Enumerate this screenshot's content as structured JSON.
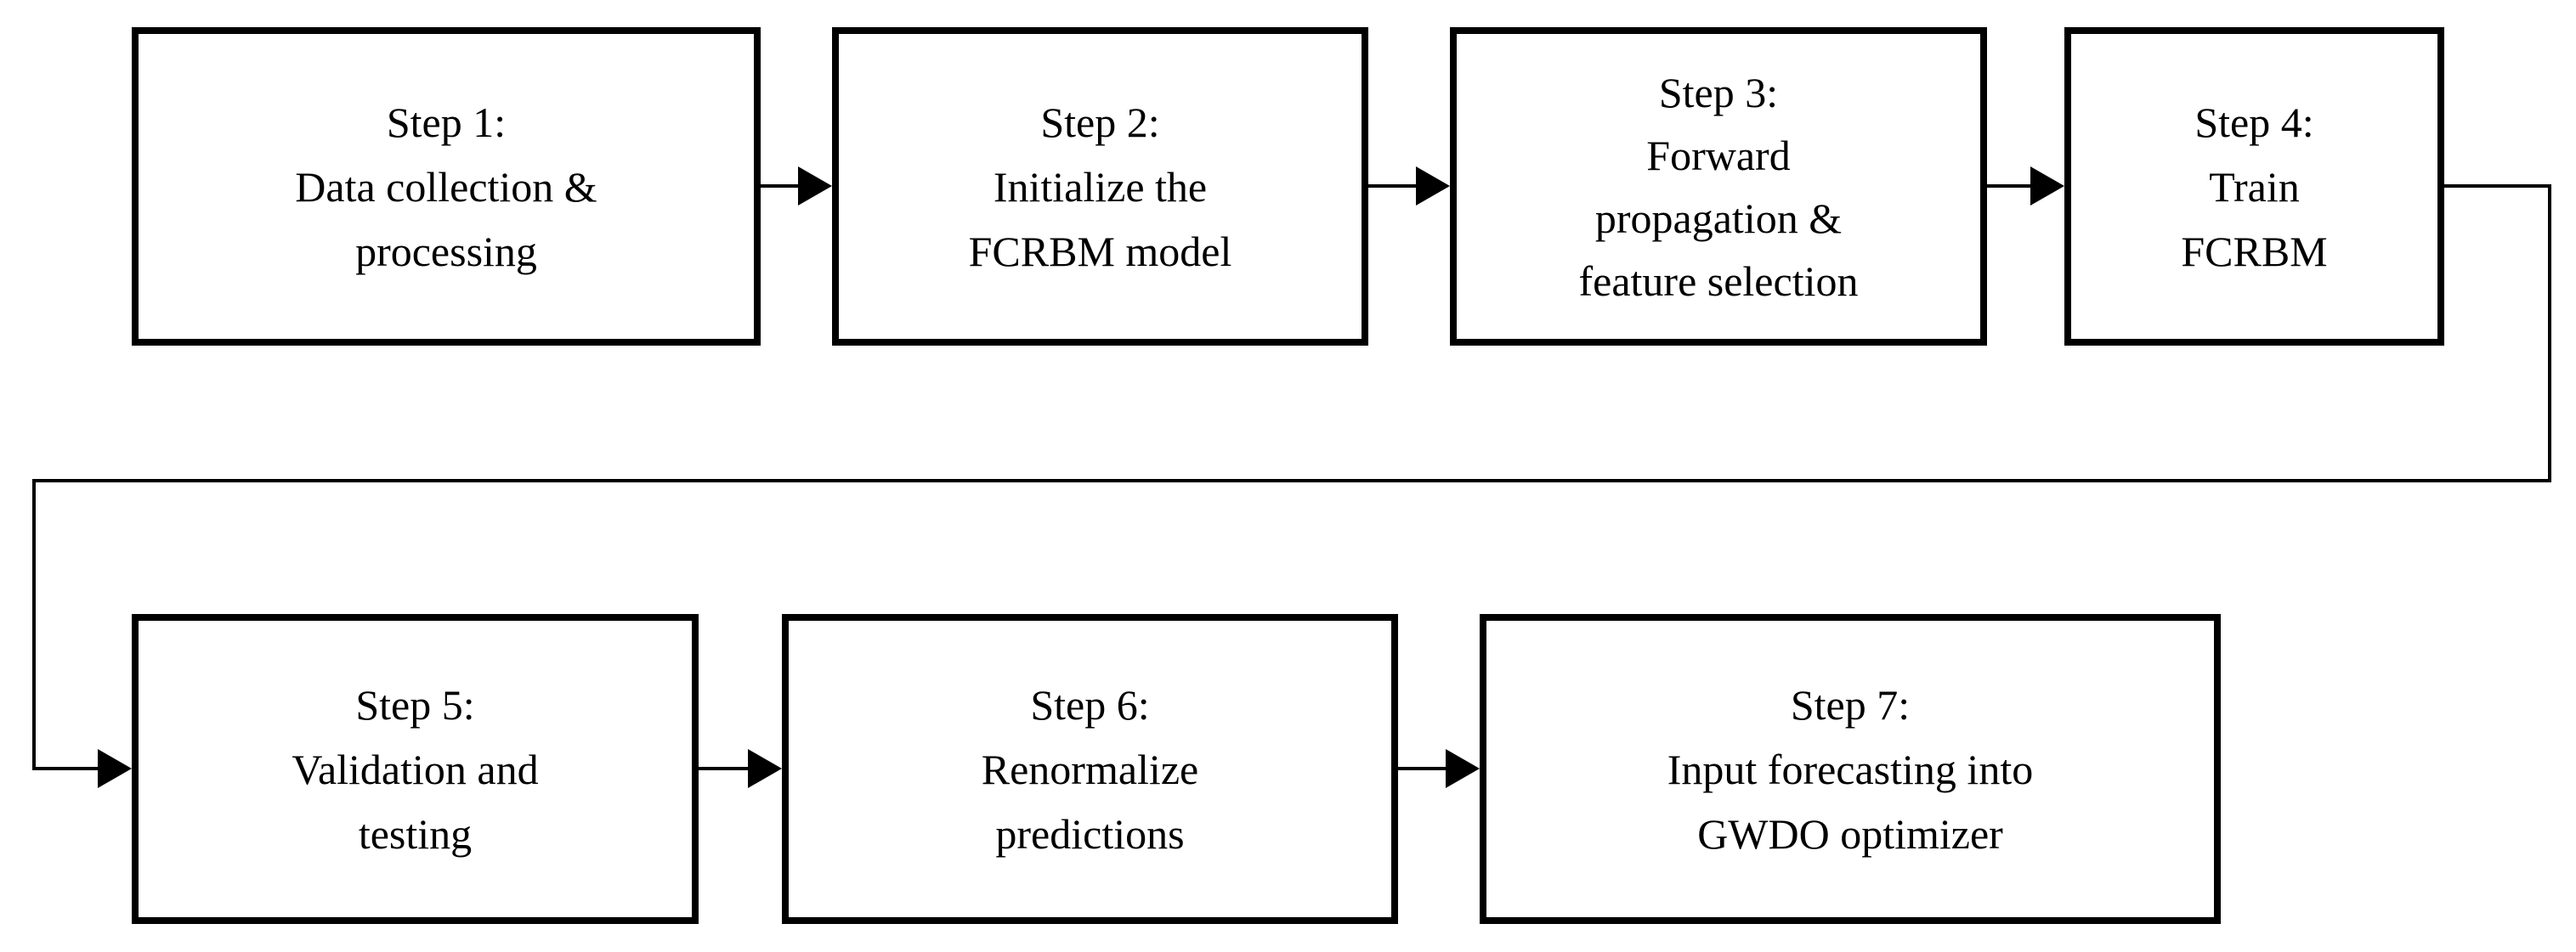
{
  "figure": {
    "type": "flowchart",
    "background_color": "#ffffff",
    "box_fill_color": "#ffffff",
    "box_border_color": "#000000",
    "line_color": "#000000",
    "text_color": "#000000"
  },
  "steps": [
    {
      "name": "step-1",
      "lines": [
        "Step 1:",
        "Data collection &",
        "processing"
      ]
    },
    {
      "name": "step-2",
      "lines": [
        "Step 2:",
        "Initialize the",
        "FCRBM model"
      ]
    },
    {
      "name": "step-3",
      "lines": [
        "Step 3:",
        "Forward",
        "propagation &",
        "feature selection"
      ]
    },
    {
      "name": "step-4",
      "lines": [
        "Step 4:",
        "Train",
        "FCRBM"
      ]
    },
    {
      "name": "step-5",
      "lines": [
        "Step 5:",
        "Validation and",
        "testing"
      ]
    },
    {
      "name": "step-6",
      "lines": [
        "Step 6:",
        "Renormalize",
        "predictions"
      ]
    },
    {
      "name": "step-7",
      "lines": [
        "Step 7:",
        "Input forecasting into",
        "GWDO optimizer"
      ]
    }
  ],
  "connections": [
    {
      "from": "step-1",
      "to": "step-2",
      "style": "straight-arrow"
    },
    {
      "from": "step-2",
      "to": "step-3",
      "style": "straight-arrow"
    },
    {
      "from": "step-3",
      "to": "step-4",
      "style": "straight-arrow"
    },
    {
      "from": "step-4",
      "to": "step-5",
      "style": "elbow-arrow"
    },
    {
      "from": "step-5",
      "to": "step-6",
      "style": "straight-arrow"
    },
    {
      "from": "step-6",
      "to": "step-7",
      "style": "straight-arrow"
    }
  ]
}
